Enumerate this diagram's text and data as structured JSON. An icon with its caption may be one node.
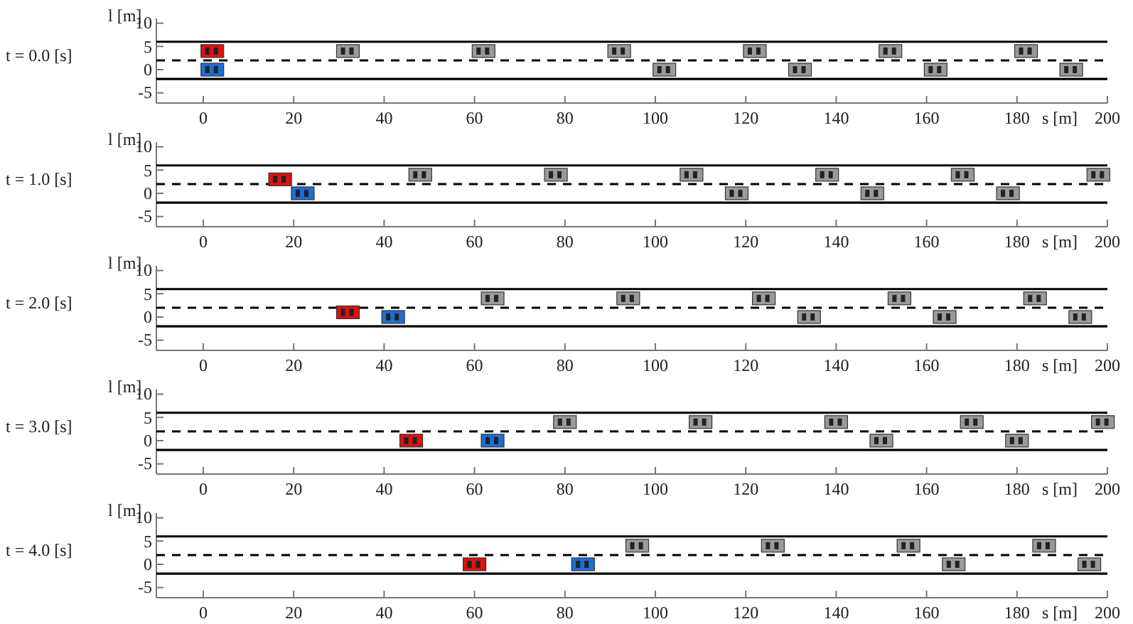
{
  "diagram": {
    "labels": [
      "l [m]",
      "10",
      "t = 0.0 [s]",
      "5",
      "0",
      "-5",
      "0",
      "20",
      "40",
      "60",
      "80",
      "100",
      "120",
      "140",
      "160",
      "180",
      "s [m]",
      "200",
      "l [m]",
      "10",
      "t = 1.0 [s]",
      "5",
      "0",
      "-5",
      "0",
      "20",
      "40",
      "60",
      "80",
      "100",
      "120",
      "140",
      "160",
      "180",
      "s [m]",
      "200",
      "l [m]",
      "10",
      "t = 2.0 [s]",
      "5",
      "0",
      "-5",
      "0",
      "20",
      "40",
      "60",
      "80",
      "100",
      "120",
      "140",
      "160",
      "180",
      "s [m]",
      "200",
      "l [m]",
      "10",
      "t = 3.0 [s]",
      "5",
      "0",
      "-5",
      "0",
      "20",
      "40",
      "60",
      "80",
      "100",
      "120",
      "140",
      "160",
      "180",
      "s [m]",
      "200",
      "l [m]",
      "10",
      "t = 4.0 [s]",
      "5",
      "0",
      "-5",
      "0",
      "20",
      "40",
      "60",
      "80",
      "100",
      "120",
      "140",
      "160",
      "180",
      "s [m]",
      "200"
    ]
  }
}
